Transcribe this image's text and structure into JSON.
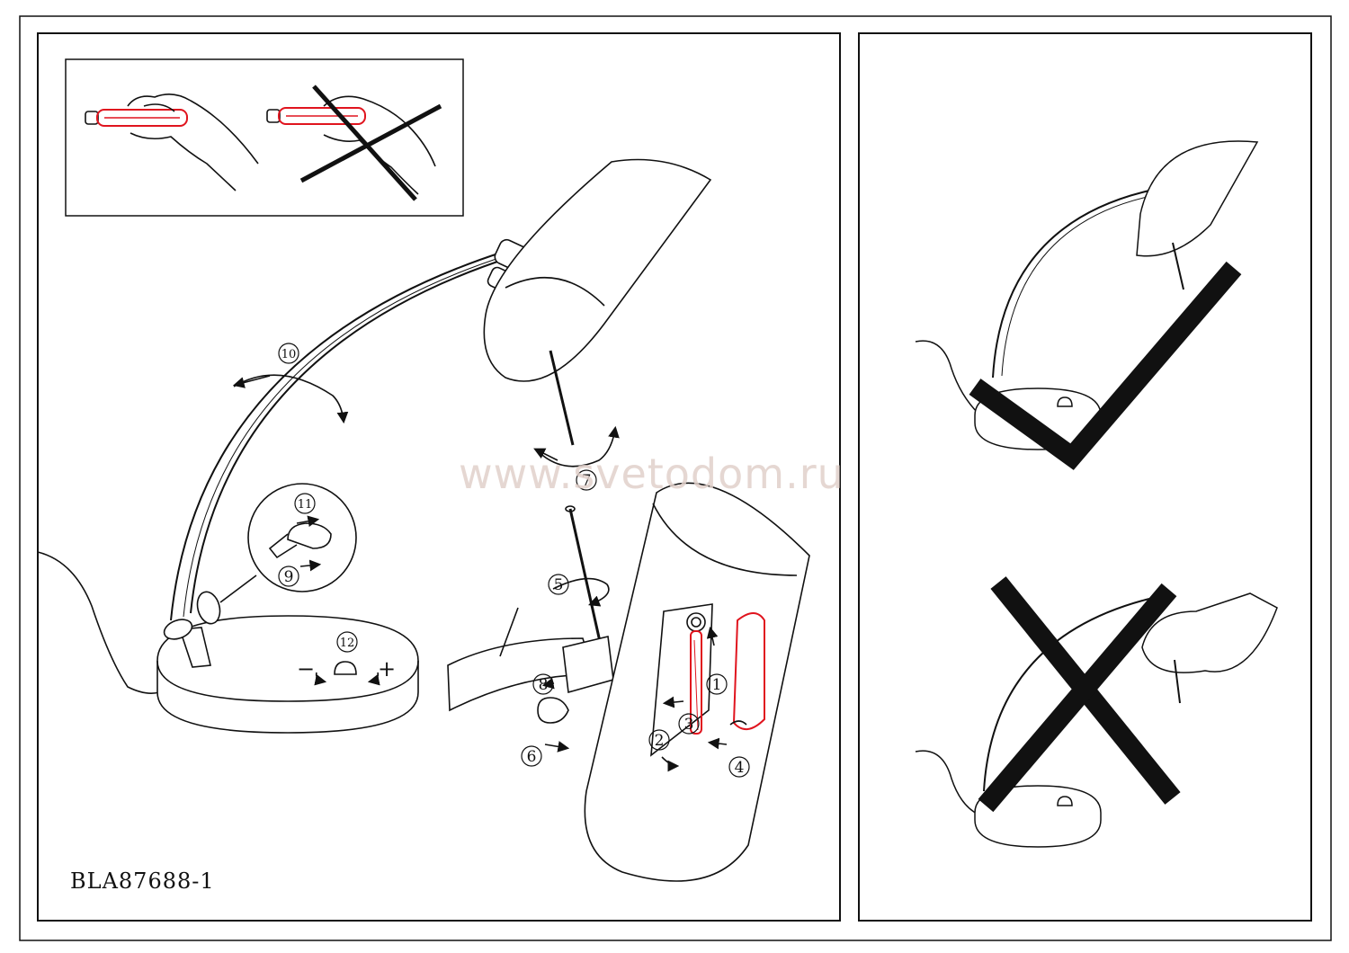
{
  "model_code": "BLA87688-1",
  "watermark": "www.svetodom.ru",
  "step_labels": [
    "1",
    "2",
    "3",
    "4",
    "5",
    "6",
    "7",
    "8",
    "9",
    "10",
    "11",
    "12"
  ],
  "adjust_signs": {
    "minus": "−",
    "plus": "+"
  },
  "colors": {
    "line": "#111111",
    "bulb": "#e0141e",
    "watermark": "#e1d0ca"
  }
}
